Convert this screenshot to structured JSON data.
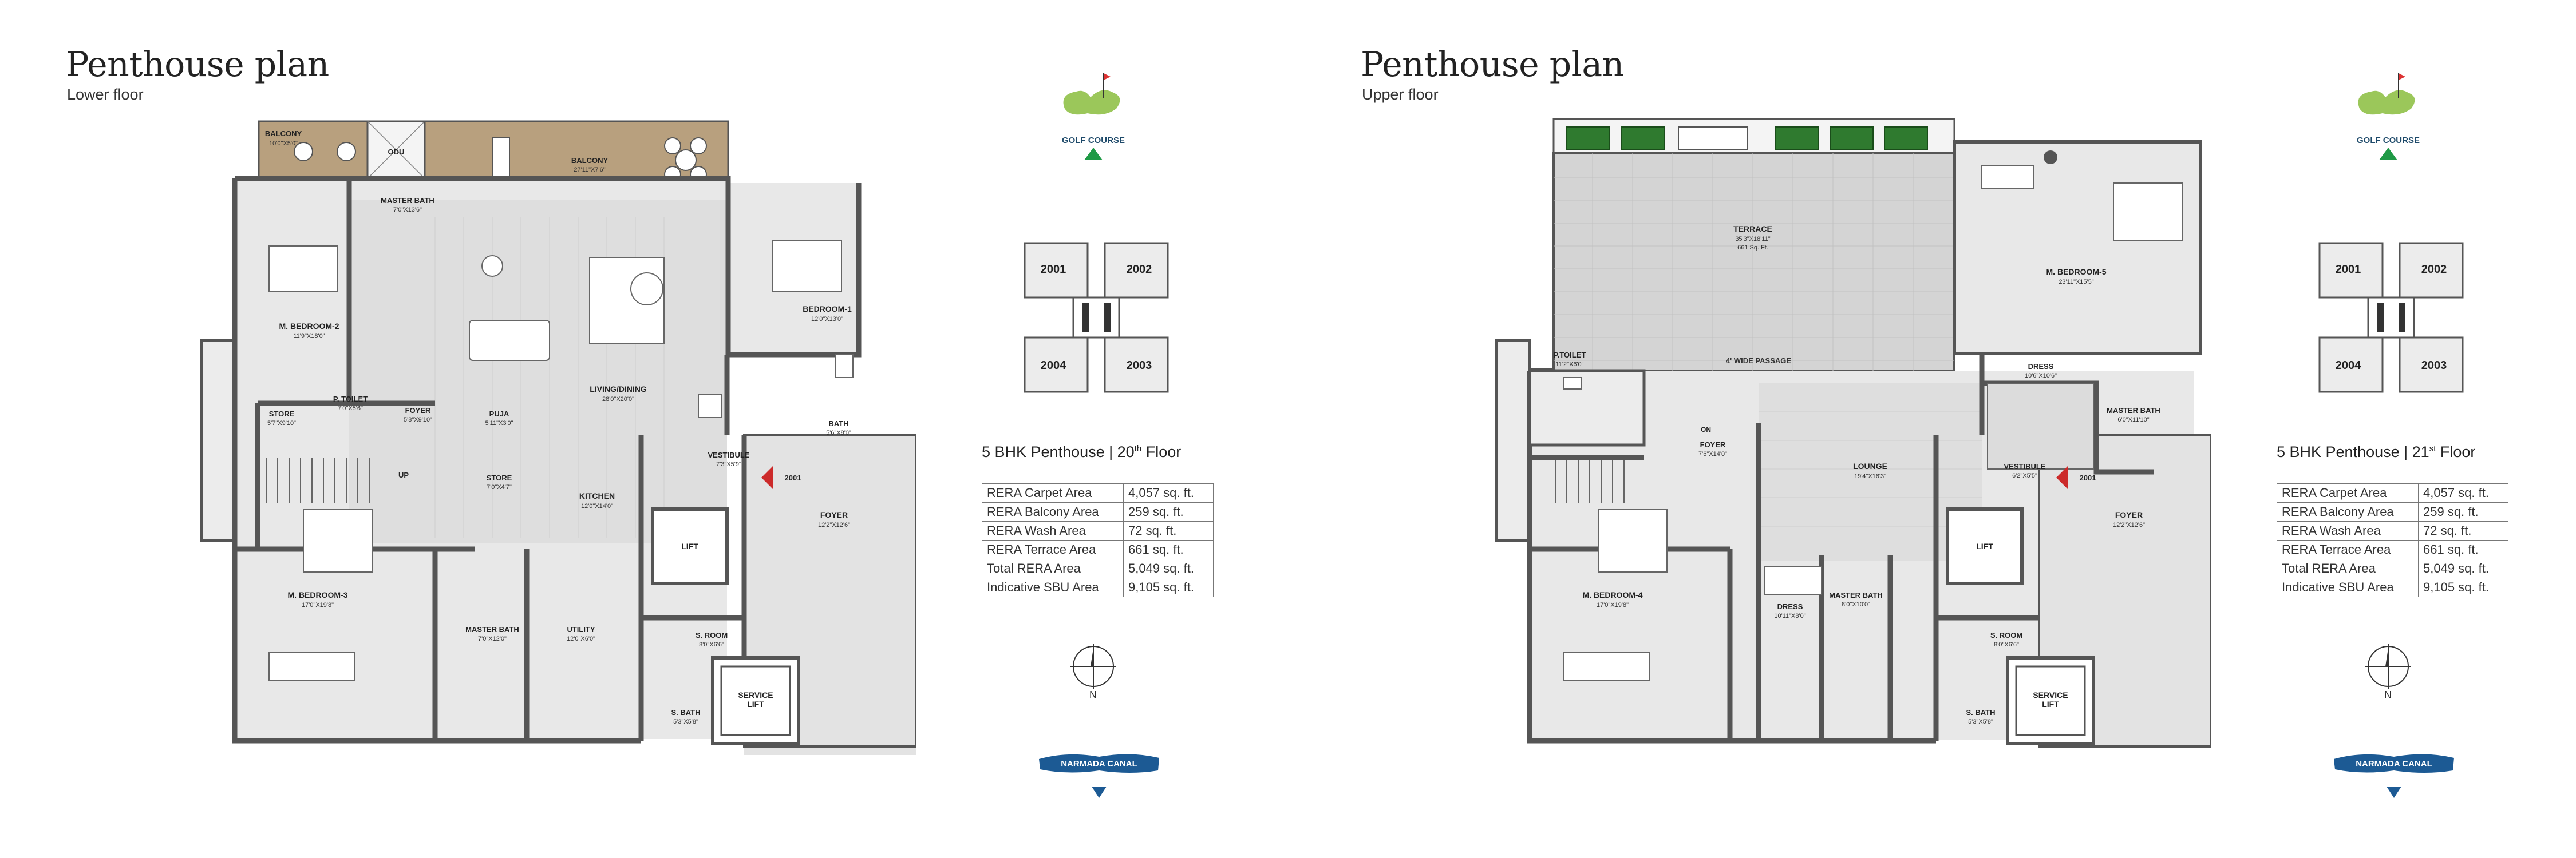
{
  "left": {
    "title": "Penthouse plan",
    "subtitle": "Lower floor",
    "bhk": "5 BHK Penthouse | 20",
    "bhk_sup": "th",
    "bhk_tail": " Floor",
    "rooms": {
      "balcony_small": "BALCONY",
      "balcony_small_dim": "10'0\"X5'0\"",
      "odu": "ODU",
      "balcony_big": "BALCONY",
      "balcony_big_dim": "27'11\"X7'6\"",
      "master_bath_top": "MASTER BATH",
      "master_bath_top_dim": "7'0\"X13'6\"",
      "mbed2": "M. BEDROOM-2",
      "mbed2_dim": "11'9\"X18'0\"",
      "bed1": "BEDROOM-1",
      "bed1_dim": "12'0\"X13'0\"",
      "living": "LIVING/DINING",
      "living_dim": "28'0\"X20'0\"",
      "store1": "STORE",
      "store1_dim": "5'7\"X9'10\"",
      "ptoilet": "P. TOILET",
      "ptoilet_dim": "7'0\"X5'6\"",
      "foyer_in": "FOYER",
      "foyer_in_dim": "5'8\"X9'10\"",
      "puja": "PUJA",
      "puja_dim": "5'11\"X3'0\"",
      "bath": "BATH",
      "bath_dim": "5'6\"X8'0\"",
      "vestibule": "VESTIBULE",
      "vestibule_dim": "7'3\"X5'9\"",
      "unit": "2001",
      "store2": "STORE",
      "store2_dim": "7'0\"X4'7\"",
      "kitchen": "KITCHEN",
      "kitchen_dim": "12'0\"X14'0\"",
      "up": "UP",
      "foyer_out": "FOYER",
      "foyer_out_dim": "12'2\"X12'6\"",
      "lift": "LIFT",
      "mbed3": "M. BEDROOM-3",
      "mbed3_dim": "17'0\"X19'8\"",
      "master_bath_bot": "MASTER BATH",
      "master_bath_bot_dim": "7'0\"X12'0\"",
      "utility": "UTILITY",
      "utility_dim": "12'0\"X6'0\"",
      "sroom": "S. ROOM",
      "sroom_dim": "8'0\"X6'6\"",
      "sbath": "S. BATH",
      "sbath_dim": "5'3\"X5'8\"",
      "service_lift": "SERVICE",
      "service_lift2": "LIFT"
    }
  },
  "right": {
    "title": "Penthouse plan",
    "subtitle": "Upper floor",
    "bhk": "5 BHK Penthouse | 21",
    "bhk_sup": "st",
    "bhk_tail": " Floor",
    "rooms": {
      "terrace": "TERRACE",
      "terrace_dim": "35'3\"X18'11\"",
      "terrace_area": "661 Sq. Ft.",
      "mbed5": "M. BEDROOM-5",
      "mbed5_dim": "23'11\"X15'5\"",
      "ptoilet": "P.TOILET",
      "ptoilet_dim": "11'2\"X6'0\"",
      "passage": "4' WIDE PASSAGE",
      "dress1": "DRESS",
      "dress1_dim": "10'6\"X10'6\"",
      "master_bath": "MASTER BATH",
      "master_bath_dim": "6'0\"X11'10\"",
      "on": "ON",
      "foyer_in": "FOYER",
      "foyer_in_dim": "7'6\"X14'0\"",
      "lounge": "LOUNGE",
      "lounge_dim": "19'4\"X16'3\"",
      "vestibule": "VESTIBULE",
      "vestibule_dim": "6'2\"X5'5\"",
      "unit": "2001",
      "foyer_out": "FOYER",
      "foyer_out_dim": "12'2\"X12'6\"",
      "lift": "LIFT",
      "mbed4": "M. BEDROOM-4",
      "mbed4_dim": "17'0\"X19'8\"",
      "dress2": "DRESS",
      "dress2_dim": "10'11\"X8'0\"",
      "master_bath2": "MASTER BATH",
      "master_bath2_dim": "8'0\"X10'0\"",
      "sroom": "S. ROOM",
      "sroom_dim": "8'0\"X6'6\"",
      "sbath": "S. BATH",
      "sbath_dim": "5'3\"X5'8\"",
      "service_lift": "SERVICE",
      "service_lift2": "LIFT"
    }
  },
  "golf_label": "GOLF COURSE",
  "key_units": [
    "2001",
    "2002",
    "2004",
    "2003"
  ],
  "area_table": [
    {
      "label": "RERA Carpet Area",
      "value": "4,057 sq. ft."
    },
    {
      "label": "RERA Balcony Area",
      "value": "259 sq. ft."
    },
    {
      "label": "RERA Wash Area",
      "value": "72 sq. ft."
    },
    {
      "label": "RERA Terrace Area",
      "value": "661 sq. ft."
    },
    {
      "label": "Total RERA Area",
      "value": "5,049 sq. ft."
    },
    {
      "label": "Indicative SBU Area",
      "value": "9,105 sq. ft."
    }
  ],
  "compass_label": "N",
  "canal_label": "NARMADA CANAL",
  "colors": {
    "wall": "#555555",
    "balcony": "#b8a07e",
    "floor": "#e6e6e6",
    "terrace": "#d4d4d4",
    "golf": "#9bc75a",
    "accent": "#1f9a46",
    "canal": "#1c5a94",
    "arrow": "#cc2a2a"
  }
}
